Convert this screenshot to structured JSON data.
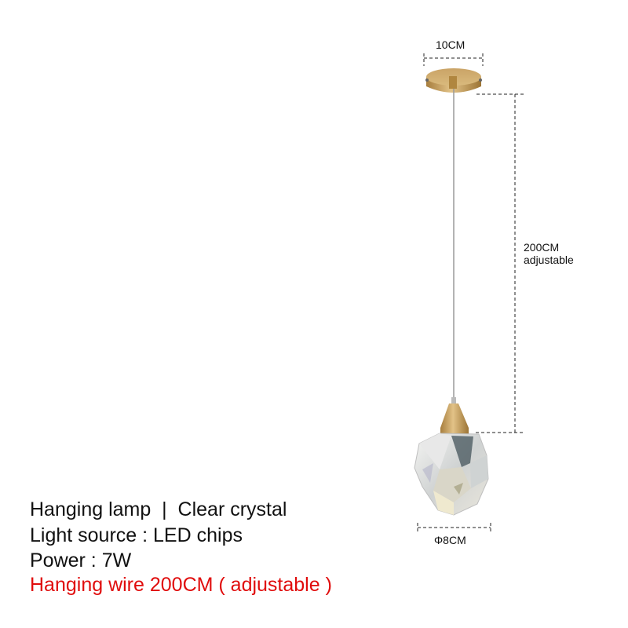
{
  "dimensions": {
    "canopy_width": "10CM",
    "cropped_top_label": "10CM",
    "wire_length": "200CM",
    "wire_note": "adjustable",
    "crystal_diameter": "Φ8CM"
  },
  "specs": {
    "line1": "Hanging lamp  |  Clear crystal",
    "line2": "Light source : LED chips",
    "line3": "Power : 7W",
    "line4": "Hanging wire 200CM ( adjustable )"
  },
  "colors": {
    "text": "#111111",
    "highlight": "#e00c0c",
    "brass": "#c9a05a",
    "wire": "#9a9a9a"
  }
}
